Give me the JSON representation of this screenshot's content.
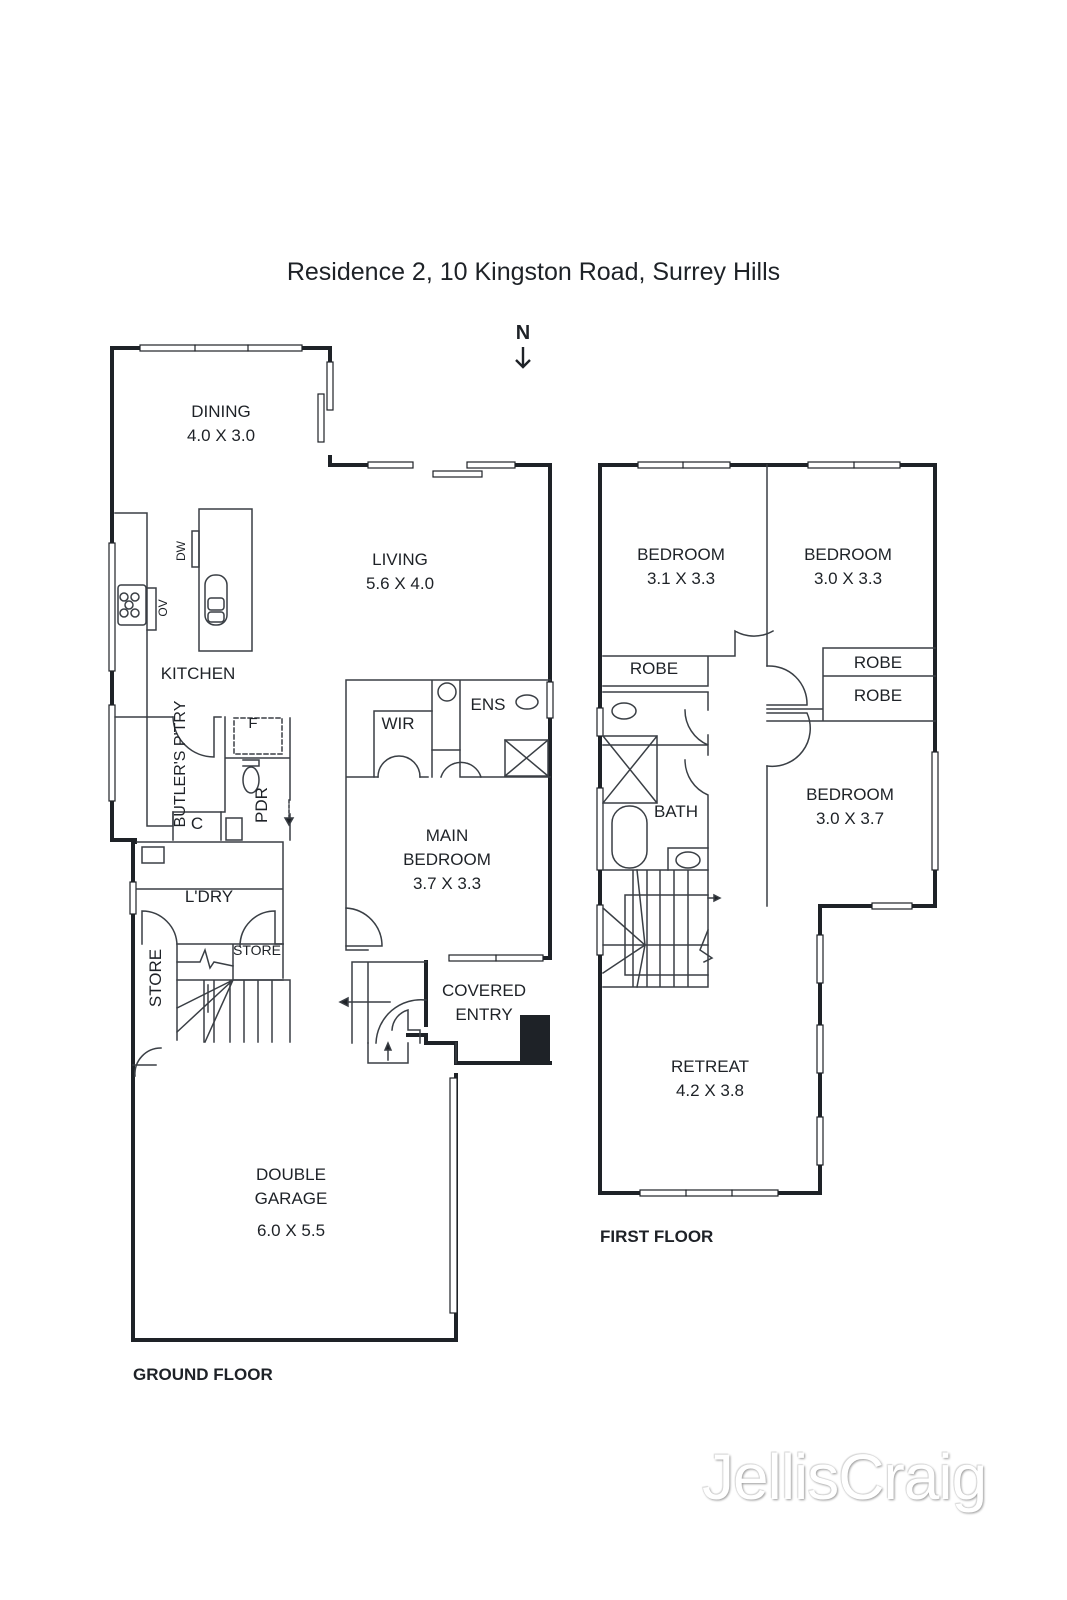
{
  "title": "Residence 2, 10 Kingston Road, Surrey Hills",
  "compass": {
    "label": "N",
    "icon": "north-arrow-icon",
    "direction": "down"
  },
  "ground_floor": {
    "label": "GROUND FLOOR",
    "rooms": [
      {
        "name": "DINING",
        "dims": "4.0 X 3.0"
      },
      {
        "name": "LIVING",
        "dims": "5.6 X 4.0"
      },
      {
        "name": "KITCHEN",
        "dims": ""
      },
      {
        "name": "BUTLER'S P'TRY",
        "dims": ""
      },
      {
        "name": "PDR",
        "dims": ""
      },
      {
        "name": "C",
        "dims": ""
      },
      {
        "name": "F",
        "dims": ""
      },
      {
        "name": "WIR",
        "dims": ""
      },
      {
        "name": "ENS",
        "dims": ""
      },
      {
        "name": "MAIN BEDROOM",
        "dims": "3.7 X 3.3"
      },
      {
        "name": "L'DRY",
        "dims": ""
      },
      {
        "name": "STORE",
        "dims": ""
      },
      {
        "name": "STORE",
        "dims": ""
      },
      {
        "name": "COVERED ENTRY",
        "dims": ""
      },
      {
        "name": "DOUBLE GARAGE",
        "dims": "6.0 X 5.5"
      }
    ],
    "appliances": {
      "dishwasher": "DW",
      "oven": "OV"
    }
  },
  "first_floor": {
    "label": "FIRST FLOOR",
    "rooms": [
      {
        "name": "BEDROOM",
        "dims": "3.1 X 3.3"
      },
      {
        "name": "BEDROOM",
        "dims": "3.0 X 3.3"
      },
      {
        "name": "ROBE",
        "dims": ""
      },
      {
        "name": "ROBE",
        "dims": ""
      },
      {
        "name": "ROBE",
        "dims": ""
      },
      {
        "name": "BATH",
        "dims": ""
      },
      {
        "name": "BEDROOM",
        "dims": "3.0 X 3.7"
      },
      {
        "name": "RETREAT",
        "dims": "4.2 X 3.8"
      }
    ]
  },
  "brand": {
    "name": "JellisCraig"
  },
  "colors": {
    "wall": "#1e2227",
    "line": "#3a3f45",
    "background": "#ffffff"
  }
}
